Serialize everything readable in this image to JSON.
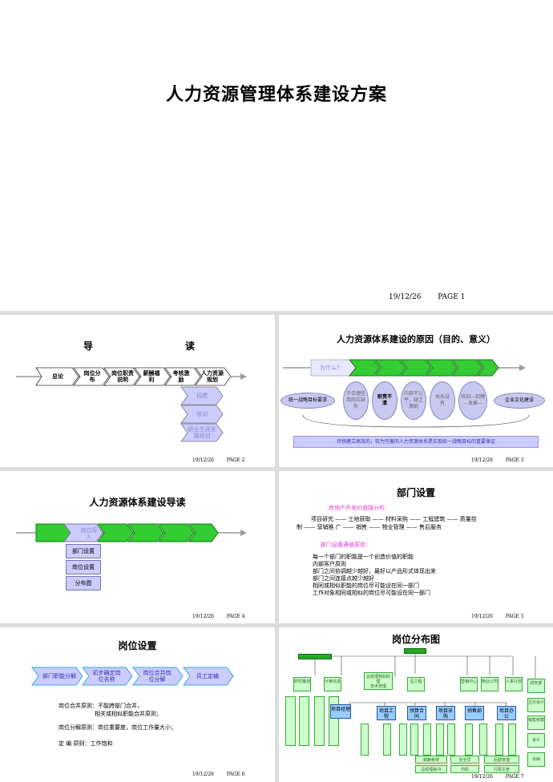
{
  "slide1": {
    "title": "人力资源管理体系建设方案",
    "date": "19/12/26",
    "page": "PAGE 1"
  },
  "slide2": {
    "title_left": "导",
    "title_right": "读",
    "chevrons": [
      "总论",
      "岗位分布",
      "岗位职责说明",
      "薪酬福利",
      "考核激励",
      "人力资源规划"
    ],
    "sub_items": [
      "招聘",
      "培训",
      "职业生涯发展规划"
    ],
    "date": "19/12/26",
    "page": "PAGE 2"
  },
  "slide3": {
    "title": "人力资源体系建设的原因（目的、意义）",
    "arrow_label": "为什么？",
    "left_oval": "统一战略目标要求",
    "middle_ovals": [
      "不合理任用岗位缺失",
      "职责不清",
      "内部不公平，缺乏激励",
      "体系没有",
      "培训—招聘—发展—"
    ],
    "right_oval": "企业文化建设",
    "banner": "尽快建立高效的，较为完善的人力资源体系是实现统一战略目标的重要保证",
    "date": "19/12/26",
    "page": "PAGE 3"
  },
  "slide4": {
    "title": "人力资源体系建设导读",
    "first_chevron": "岗位导入",
    "side_items": [
      "部门设置",
      "岗位设置",
      "分布图"
    ],
    "date": "19/12/26",
    "page": "PAGE 4"
  },
  "slide5": {
    "title": "部门设置",
    "section1_heading": "房地产开发价值链分析：",
    "section1_line1": "项目研究 —— 土地获取 —— 材料采购 —— 工程建筑 —— 质量控",
    "section1_line2": "制 —— 营销推        广 —— 销售 —— 物业管理 —— 售后服务",
    "section2_heading": "部门设置遵循原则：",
    "principles": [
      "每一个部门的职能是一个创造价值的职能",
      "内部客户原则",
      "部门之间协调越少越好，最好以产品形式体现出来",
      "部门之间连接点越少越好",
      "相同或相似职能的岗位尽可能设在同一部门",
      "工作对象相同或相似的岗位尽可能设在同一部门"
    ],
    "date": "19/12/26",
    "page": "PAGE 5"
  },
  "slide6": {
    "title": "岗位设置",
    "chevrons": [
      "部门职能分解",
      "初步确定岗位名称",
      "岗位合并岗位分解",
      "员工定编"
    ],
    "line1": "岗位合并原则：不能跨部门合并，",
    "line2": "相关或相似职能合并原则；",
    "line3": "岗位分解原则：岗位重要度，岗位工作量大小；",
    "line4_label": "定    编    原则：工作饱和",
    "date": "19/12/26",
    "page": "PAGE 6"
  },
  "slide7": {
    "title": "岗位分布图",
    "top_group": [
      "总经理特别助理",
      "技术管理"
    ],
    "depts": [
      "研究策划",
      "计审信息",
      "总工程",
      "营销中心",
      "物业公司",
      "人事行政",
      "财务部"
    ],
    "blue_boxes": [
      "项目经理",
      "项目工程",
      "预算合同",
      "项目采购",
      "销售部",
      "项目办公"
    ],
    "bottom_row1": [
      "薪酬考核",
      "安全员",
      "后勤管理"
    ],
    "bottom_row2": [
      "总经理秘书",
      "司机",
      "行政主管"
    ],
    "finance_items": [
      "主办会计",
      "出纳",
      "会计",
      "销售结算"
    ],
    "date": "19/12/26",
    "page": "PAGE 7"
  }
}
